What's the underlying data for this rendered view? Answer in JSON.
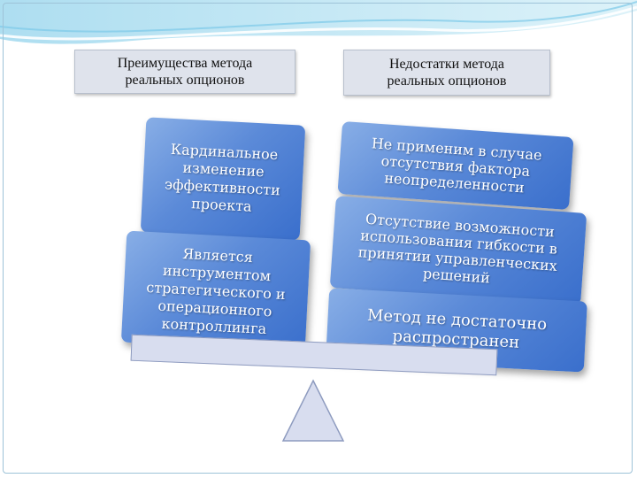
{
  "headers": {
    "advantages": "Преимущества метода\nреальных опционов",
    "disadvantages": "Недостатки метода\nреальных опционов"
  },
  "advantages": [
    "Кардинальное\nизменение\nэффективности\nпроекта",
    "Является\nинструментом\nстратегического и\nоперационного\nконтроллинга"
  ],
  "disadvantages": [
    "Не применим в случае\nотсутствия фактора\nнеопределенности",
    "Отсутствие возможности\nиспользования гибкости в\nпринятии управленческих\nрешений",
    "Метод не достаточно\nраспространен"
  ],
  "colors": {
    "card": "#5b8ad8",
    "header_bg": "#dfe3ec",
    "beam": "#d8ddef",
    "wave": "#6fc3e6"
  }
}
